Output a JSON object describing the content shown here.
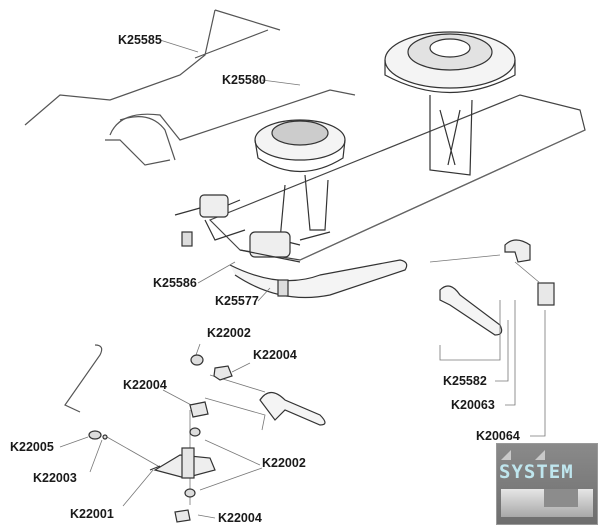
{
  "labels": {
    "k25585": "K25585",
    "k25580": "K25580",
    "k25586": "K25586",
    "k25577": "K25577",
    "k22002_top": "K22002",
    "k22004_top": "K22004",
    "k22004_mid": "K22004",
    "k22005": "K22005",
    "k22003": "K22003",
    "k22002_bottom": "K22002",
    "k22001": "K22001",
    "k22004_bottom": "K22004",
    "k25582": "K25582",
    "k20063": "K20063",
    "k20064": "K20064"
  },
  "logo": {
    "text": "SYSTEM"
  }
}
